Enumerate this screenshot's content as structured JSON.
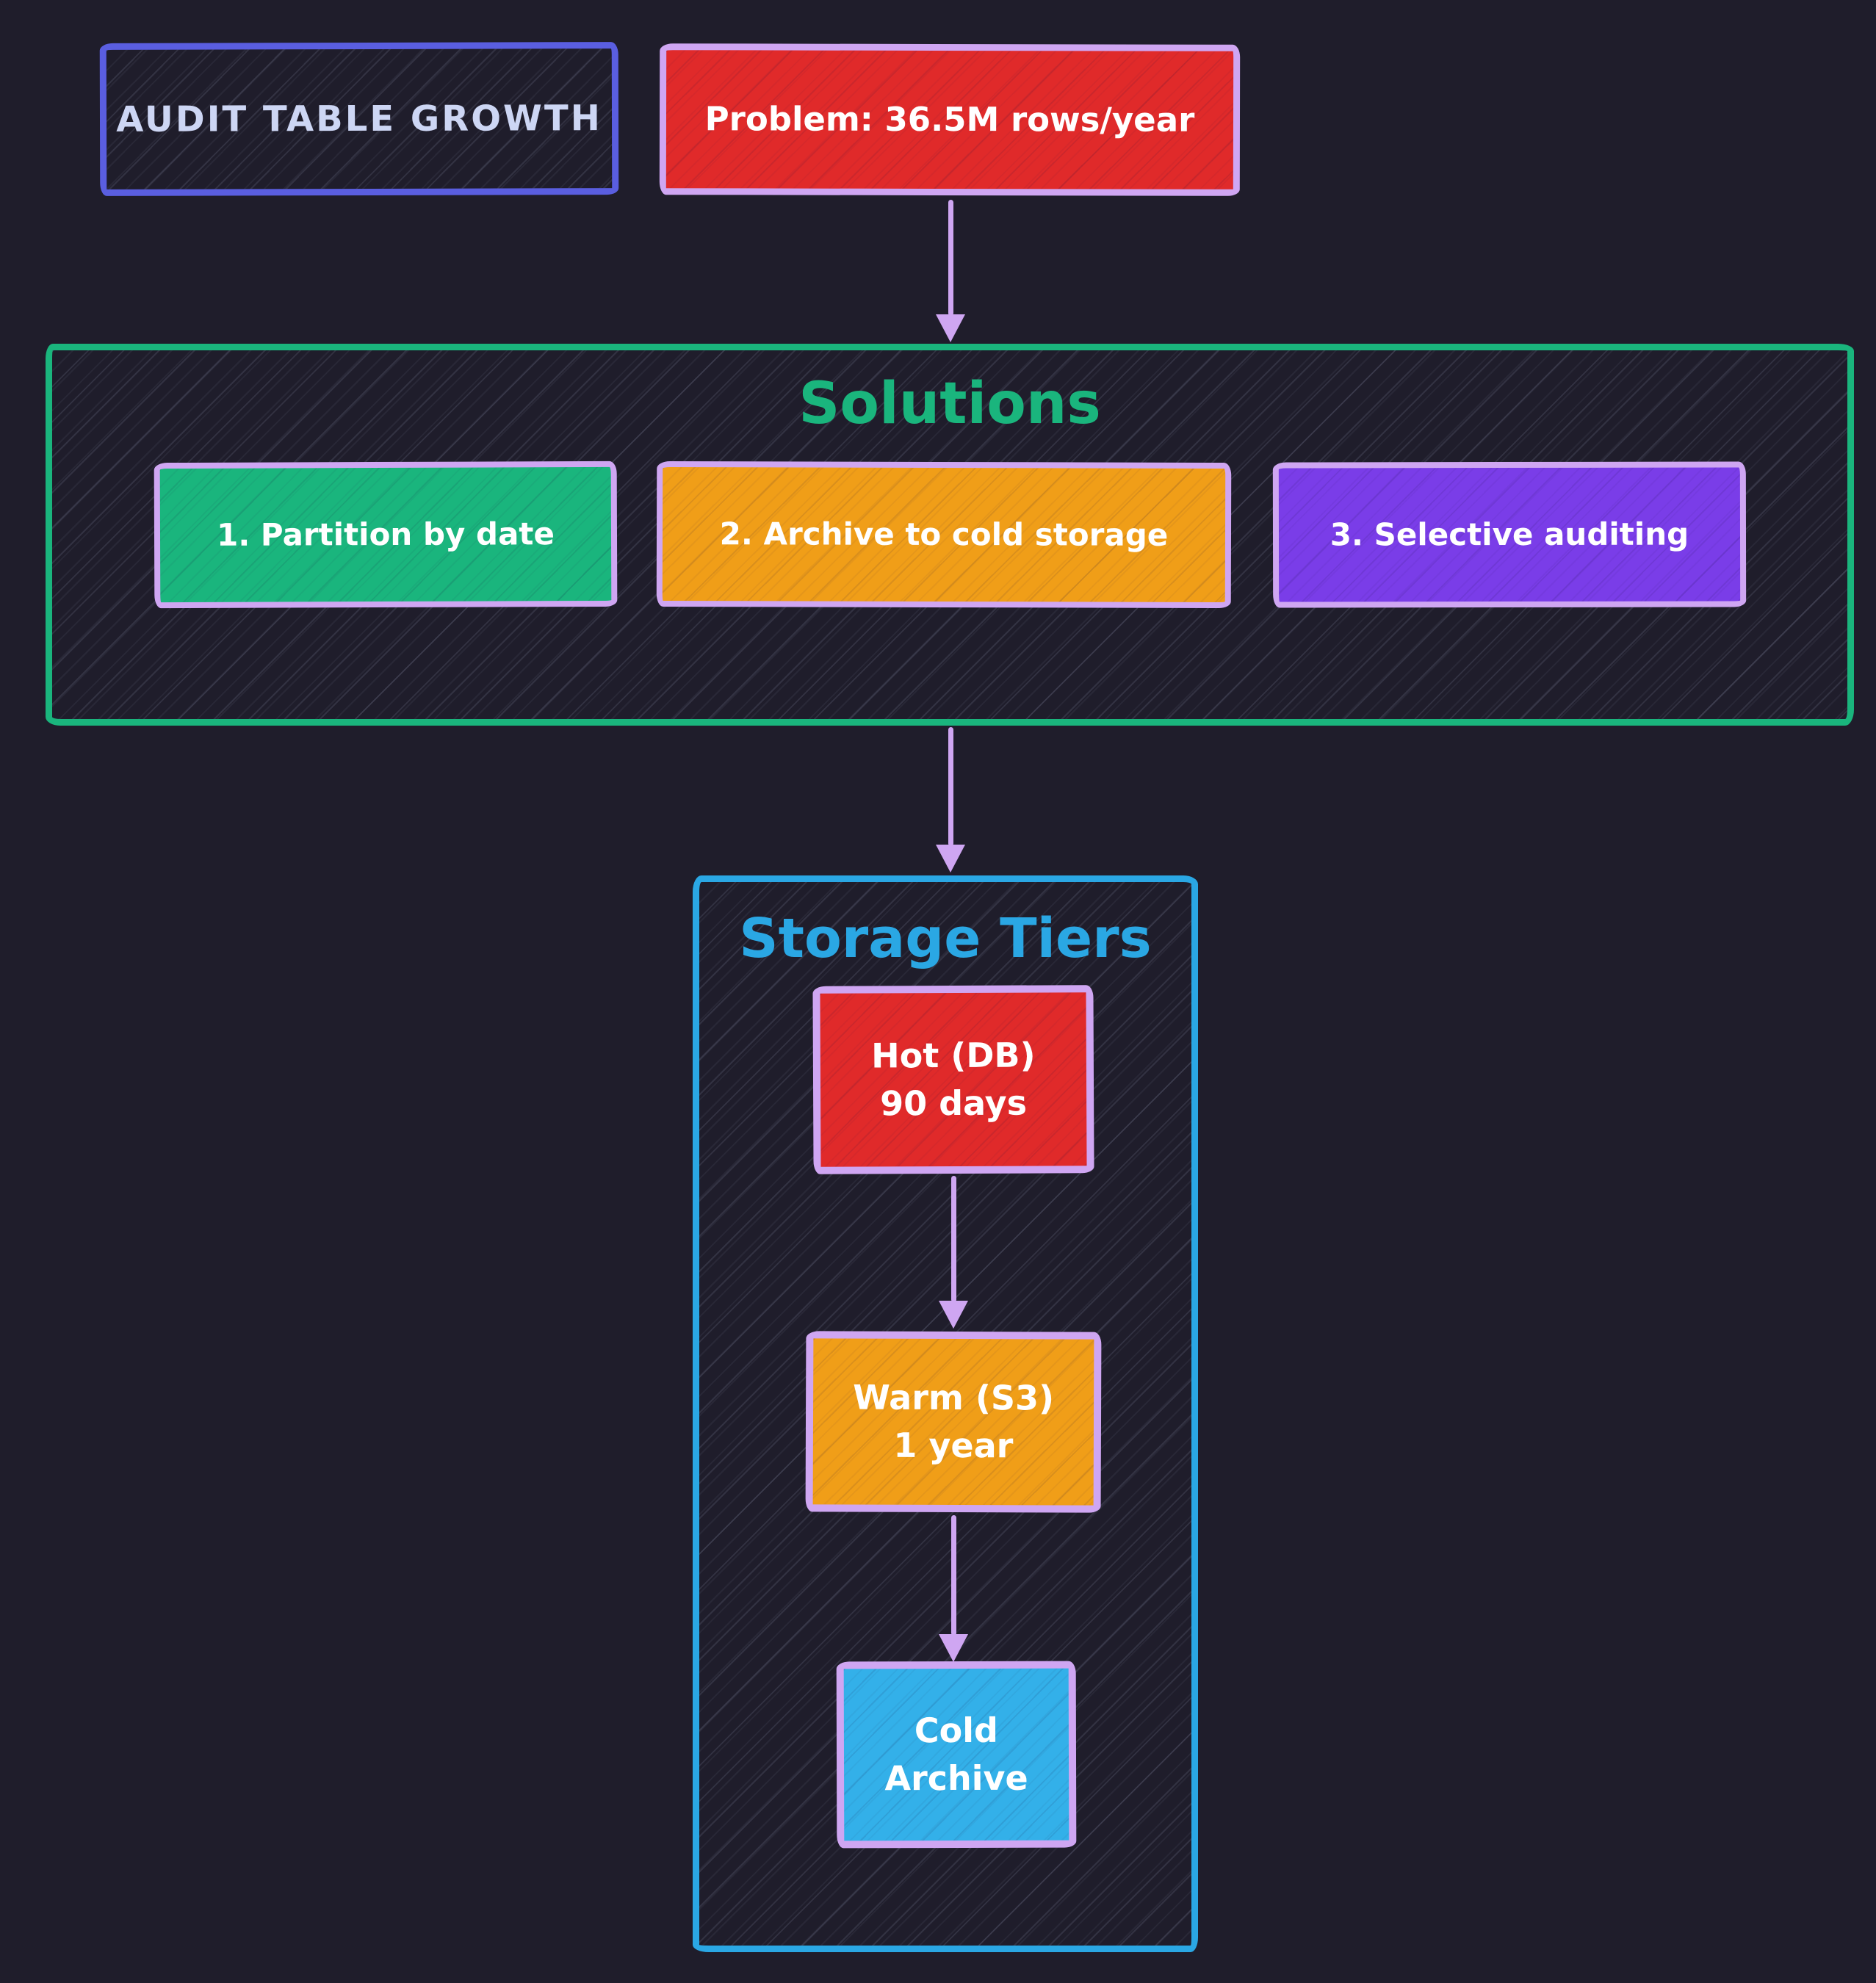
{
  "header": {
    "title_box": "AUDIT TABLE GROWTH",
    "problem_box": "Problem: 36.5M rows/year"
  },
  "solutions": {
    "title": "Solutions",
    "items": [
      {
        "label": "1. Partition by date",
        "color": "#1ab57d"
      },
      {
        "label": "2. Archive to cold storage",
        "color": "#f09e18"
      },
      {
        "label": "3. Selective auditing",
        "color": "#7a3de8"
      }
    ]
  },
  "storage": {
    "title": "Storage Tiers",
    "tiers": [
      {
        "line1": "Hot (DB)",
        "line2": "90 days",
        "color": "#e02a2a"
      },
      {
        "line1": "Warm (S3)",
        "line2": "1 year",
        "color": "#f09e18"
      },
      {
        "line1": "Cold",
        "line2": "Archive",
        "color": "#33b0e9"
      }
    ]
  },
  "colors": {
    "bg": "#1f1d2b",
    "lavender": "#cfa6f2",
    "indigo": "#5a5ee0",
    "red": "#e02a2a",
    "green": "#1ab57d",
    "orange": "#f09e18",
    "purple": "#7a3de8",
    "blue": "#2aa7e4",
    "cold_blue": "#33b0e9",
    "title_text": "#cdd6f4"
  }
}
